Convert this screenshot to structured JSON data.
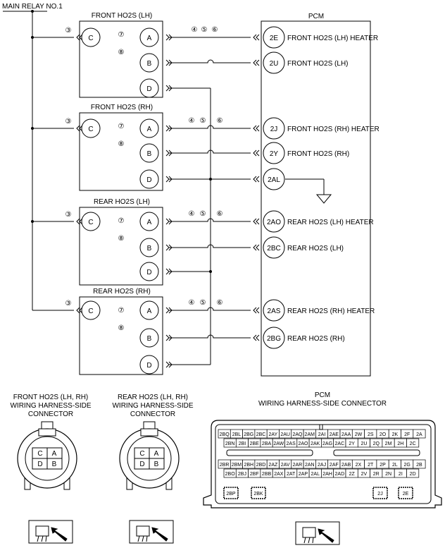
{
  "main_relay": "MAIN RELAY NO.1",
  "pcm_title": "PCM",
  "sensors": [
    {
      "name": "FRONT HO2S (LH)",
      "pins": [
        "C",
        "A",
        "B",
        "D"
      ],
      "wire_nums": [
        "③",
        "⑦",
        "⑧",
        "④",
        "⑤",
        "⑥"
      ]
    },
    {
      "name": "FRONT HO2S (RH)",
      "pins": [
        "C",
        "A",
        "B",
        "D"
      ],
      "wire_nums": [
        "③",
        "⑦",
        "⑧",
        "④",
        "⑤",
        "⑥"
      ]
    },
    {
      "name": "REAR HO2S (LH)",
      "pins": [
        "C",
        "A",
        "B",
        "D"
      ],
      "wire_nums": [
        "③",
        "⑦",
        "⑧",
        "④",
        "⑤",
        "⑥"
      ]
    },
    {
      "name": "REAR HO2S (RH)",
      "pins": [
        "C",
        "A",
        "B",
        "D"
      ],
      "wire_nums": [
        "③",
        "⑦",
        "⑧",
        "④",
        "⑤",
        "⑥"
      ]
    }
  ],
  "pcm_terminals": [
    {
      "id": "2E",
      "label": "FRONT HO2S (LH) HEATER"
    },
    {
      "id": "2U",
      "label": "FRONT HO2S (LH)"
    },
    {
      "id": "2J",
      "label": "FRONT HO2S (RH) HEATER"
    },
    {
      "id": "2Y",
      "label": "FRONT HO2S (RH)"
    },
    {
      "id": "2AL",
      "label": ""
    },
    {
      "id": "2AO",
      "label": "REAR HO2S (LH) HEATER"
    },
    {
      "id": "2BC",
      "label": "REAR HO2S (LH)"
    },
    {
      "id": "2AS",
      "label": "REAR HO2S (RH) HEATER"
    },
    {
      "id": "2BG",
      "label": "REAR HO2S (RH)"
    }
  ],
  "connectors": {
    "front_title": [
      "FRONT HO2S (LH, RH)",
      "WIRING HARNESS-SIDE",
      "CONNECTOR"
    ],
    "rear_title": [
      "REAR HO2S (LH, RH)",
      "WIRING HARNESS-SIDE",
      "CONNECTOR"
    ],
    "pcm_title": [
      "PCM",
      "WIRING HARNESS-SIDE CONNECTOR"
    ],
    "ho2s_pins": [
      "C",
      "A",
      "D",
      "B"
    ],
    "pcm_rows": [
      [
        "2BQ",
        "2BL",
        "2BG",
        "2BC",
        "2AY",
        "2AU",
        "2AQ",
        "2AM",
        "2AI",
        "2AE",
        "2AA",
        "2W",
        "2S",
        "2O",
        "2K",
        "2F",
        "2A"
      ],
      [
        "2BN",
        "2BI",
        "2BE",
        "2BA",
        "2AW",
        "2AS",
        "2AO",
        "2AK",
        "2AG",
        "2AC",
        "2Y",
        "2U",
        "2Q",
        "2M",
        "2H",
        "2C"
      ],
      [
        "2BR",
        "2BM",
        "2BH",
        "2BD",
        "2AZ",
        "2AV",
        "2AR",
        "2AN",
        "2AJ",
        "2AF",
        "2AB",
        "2X",
        "2T",
        "2P",
        "2L",
        "2G",
        "2B"
      ],
      [
        "2BO",
        "2BJ",
        "2BF",
        "2BB",
        "2AX",
        "2AT",
        "2AP",
        "2AL",
        "2AH",
        "2AD",
        "2Z",
        "2V",
        "2R",
        "2N",
        "2I",
        "2D"
      ]
    ],
    "pcm_corner": [
      "2BP",
      "2BK",
      "2J",
      "2E"
    ]
  }
}
